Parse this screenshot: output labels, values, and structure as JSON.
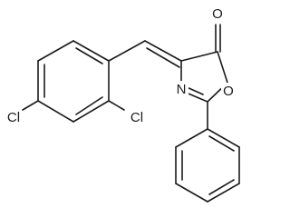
{
  "molecule": {
    "atoms": {
      "oxo": "O",
      "ring_o": "O",
      "ring_n": "N",
      "cl_para": "Cl",
      "cl_ortho": "Cl"
    }
  }
}
